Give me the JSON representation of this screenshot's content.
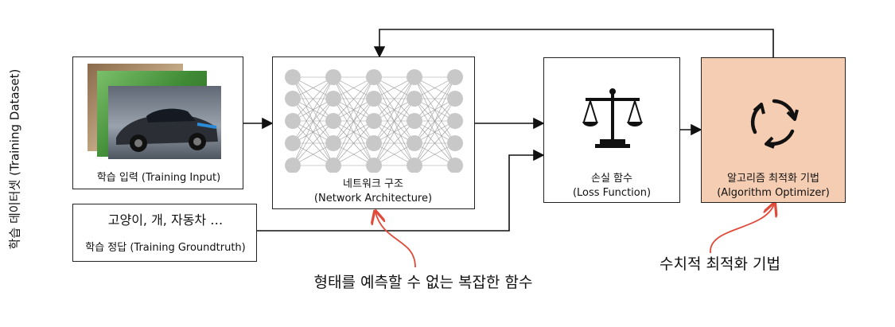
{
  "dataset_label": "학습 데이터셋 (Training Dataset)",
  "input": {
    "caption": "학습 입력 (Training Input)"
  },
  "groundtruth": {
    "examples": "고양이, 개, 자동차 …",
    "caption": "학습 정답 (Training Groundtruth)"
  },
  "network": {
    "title": "네트워크 구조",
    "subtitle": "(Network Architecture)"
  },
  "loss": {
    "title": "손실 함수",
    "subtitle": "(Loss Function)"
  },
  "optimizer": {
    "title": "알고리즘 최적화 기법",
    "subtitle": "(Algorithm Optimizer)",
    "fill": "#f5cdb3"
  },
  "annotations": {
    "network_note": "형태를 예측할 수 없는 복잡한 함수",
    "optimizer_note": "수치적 최적화 기법"
  },
  "colors": {
    "annotation_arrow": "#e04a3a",
    "node": "#c8c8c8",
    "edge": "#9a9a9a"
  },
  "icons": {
    "loss": "balance-scale-icon",
    "optimizer": "refresh-cycle-icon"
  }
}
